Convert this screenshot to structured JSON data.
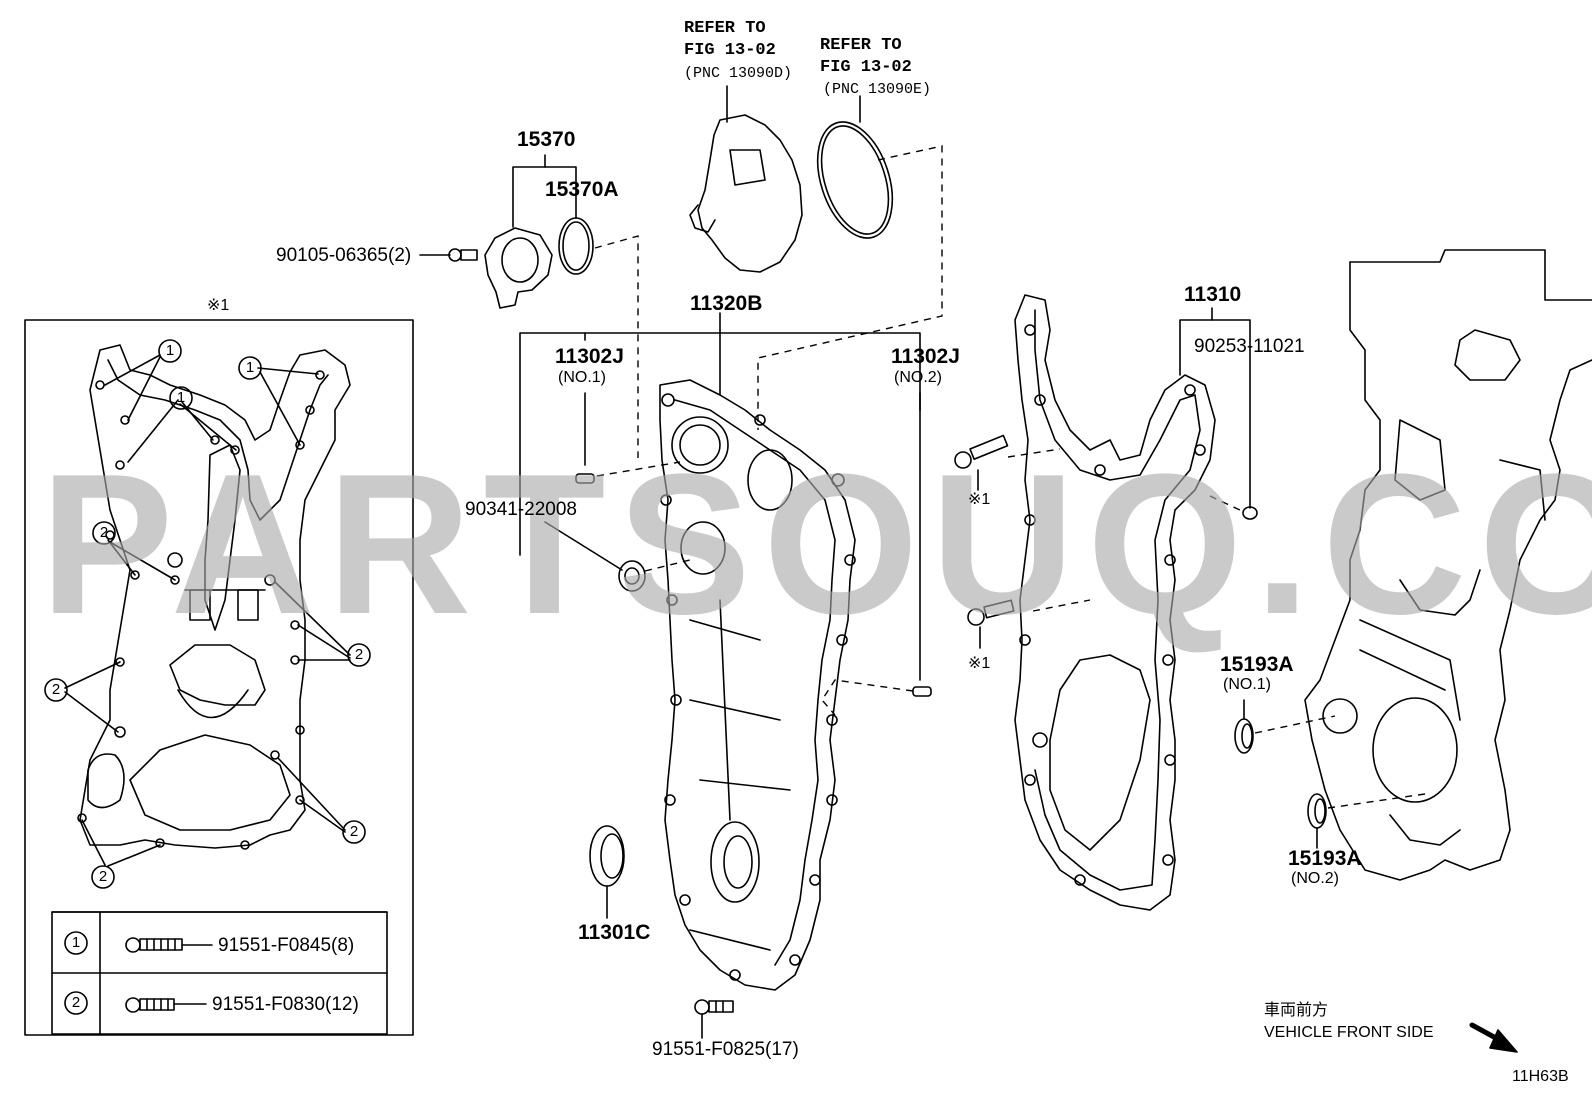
{
  "colors": {
    "line": "#000000",
    "watermark": "#aaaaaa",
    "background": "#ffffff"
  },
  "watermark": "PARTSOUQ.COM",
  "refer_a": {
    "line1": "REFER TO",
    "line2": "FIG 13-02",
    "line3": "(PNC 13090D)"
  },
  "refer_b": {
    "line1": "REFER TO",
    "line2": "FIG 13-02",
    "line3": "(PNC 13090E)"
  },
  "parts": {
    "p15370": "15370",
    "p15370a": "15370A",
    "p90105": "90105-06365(2)",
    "p11320b": "11320B",
    "p11302j_1": "11302J",
    "p11302j_1_no": "(NO.1)",
    "p11302j_2": "11302J",
    "p11302j_2_no": "(NO.2)",
    "p90341": "90341-22008",
    "p11301c": "11301C",
    "p91551_f0825": "91551-F0825(17)",
    "p11310": "11310",
    "p90253": "90253-11021",
    "mark1_a": "※1",
    "mark1_b": "※1",
    "p15193a_1": "15193A",
    "p15193a_1_no": "(NO.1)",
    "p15193a_2": "15193A",
    "p15193a_2_no": "(NO.2)"
  },
  "inset": {
    "mark": "※1",
    "callout1": "1",
    "callout2": "2",
    "legend": [
      {
        "num": "1",
        "part": "91551-F0845(8)"
      },
      {
        "num": "2",
        "part": "91551-F0830(12)"
      }
    ]
  },
  "direction": {
    "jp": "車両前方",
    "en": "VEHICLE FRONT SIDE"
  },
  "figure_code": "11H63B"
}
